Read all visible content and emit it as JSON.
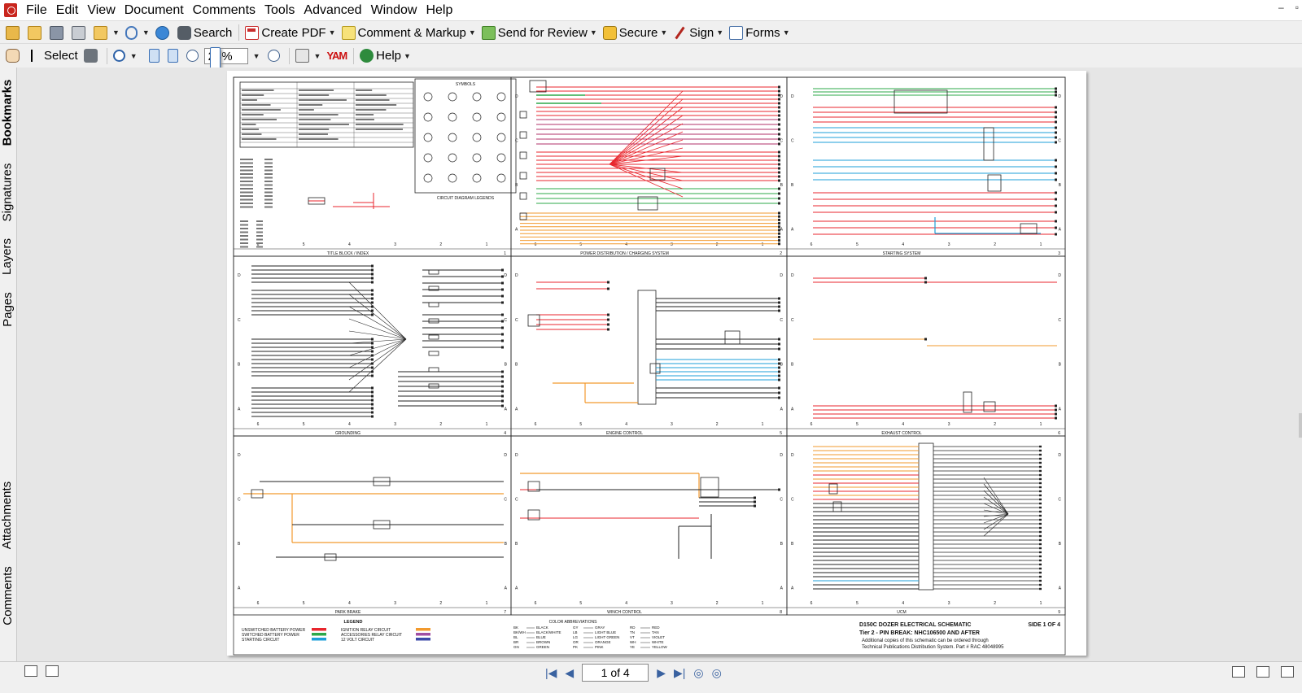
{
  "menu": [
    "File",
    "Edit",
    "View",
    "Document",
    "Comments",
    "Tools",
    "Advanced",
    "Window",
    "Help"
  ],
  "window_buttons": [
    "–",
    "▫"
  ],
  "toolbar1": {
    "search": "Search",
    "create_pdf": "Create PDF",
    "comment_markup": "Comment & Markup",
    "send_review": "Send for Review",
    "secure": "Secure",
    "sign": "Sign",
    "forms": "Forms"
  },
  "toolbar2": {
    "select": "Select",
    "zoom_value": "24%",
    "brand": "YAM",
    "help": "Help"
  },
  "left_tabs": [
    "Bookmarks",
    "Signatures",
    "Layers",
    "Pages",
    "Attachments",
    "Comments"
  ],
  "status": {
    "page_indicator": "1 of 4"
  },
  "schematic": {
    "panels": [
      {
        "label": "TITLE BLOCK / INDEX",
        "num": "1"
      },
      {
        "label": "POWER DISTRIBUTION / CHARGING SYSTEM",
        "num": "2"
      },
      {
        "label": "STARTING SYSTEM",
        "num": "3"
      },
      {
        "label": "GROUNDING",
        "num": "4"
      },
      {
        "label": "ENGINE CONTROL",
        "num": "5"
      },
      {
        "label": "EXHAUST CONTROL",
        "num": "6"
      },
      {
        "label": "PARK BRAKE",
        "num": "7"
      },
      {
        "label": "WINCH CONTROL",
        "num": "8"
      },
      {
        "label": "UCM",
        "num": "9"
      }
    ],
    "symbols_title": "SYMBOLS",
    "legends_caption": "CIRCUIT DIAGRAM LEGENDS",
    "legend": {
      "title": "LEGEND",
      "left": [
        {
          "label": "UNSWITCHED BATTERY POWER",
          "color": "#e8262d"
        },
        {
          "label": "SWITCHED BATTERY POWER",
          "color": "#2da84a"
        },
        {
          "label": "STARTING CIRCUIT",
          "color": "#1e9fd8"
        }
      ],
      "right": [
        {
          "label": "IGNITION RELAY CIRCUIT",
          "color": "#f29a2e"
        },
        {
          "label": "ACCESSORIES RELAY CIRCUIT",
          "color": "#a04ea3"
        },
        {
          "label": "12 VOLT CIRCUIT",
          "color": "#3b4aa8"
        }
      ]
    },
    "color_abbr": {
      "title": "COLOR ABBREVIATIONS",
      "col1": [
        "BK",
        "BK/WH",
        "BL",
        "BR",
        "GN"
      ],
      "col1_names": [
        "BLACK",
        "BLACK/WHITE",
        "BLUE",
        "BROWN",
        "GREEN"
      ],
      "col2": [
        "GY",
        "LB",
        "LG",
        "OR",
        "PK"
      ],
      "col2_names": [
        "GRAY",
        "LIGHT BLUE",
        "LIGHT GREEN",
        "ORANGE",
        "PINK"
      ],
      "col3": [
        "RD",
        "TN",
        "VT",
        "WH",
        "YE"
      ],
      "col3_names": [
        "RED",
        "TAN",
        "VIOLET",
        "WHITE",
        "YELLOW"
      ]
    },
    "title_block": {
      "title": "D150C DOZER ELECTRICAL SCHEMATIC",
      "side": "SIDE 1 OF 4",
      "subtitle": "Tier 2 - PIN BREAK: NHC106500 AND AFTER",
      "line1": "Additional copies of this schematic can be ordered through",
      "line2": "Technical Publications Distribution System.  Part # RAC 48048995"
    },
    "grid_cols": [
      "6",
      "5",
      "4",
      "3",
      "2",
      "1"
    ],
    "grid_rows": [
      "D",
      "C",
      "B",
      "A"
    ]
  },
  "colors": {
    "red": "#e8262d",
    "green": "#2da84a",
    "blue": "#1e9fd8",
    "orange": "#f29a2e",
    "violet": "#a04ea3",
    "navy": "#3b4aa8",
    "black": "#222222",
    "magenta": "#b0306a"
  }
}
